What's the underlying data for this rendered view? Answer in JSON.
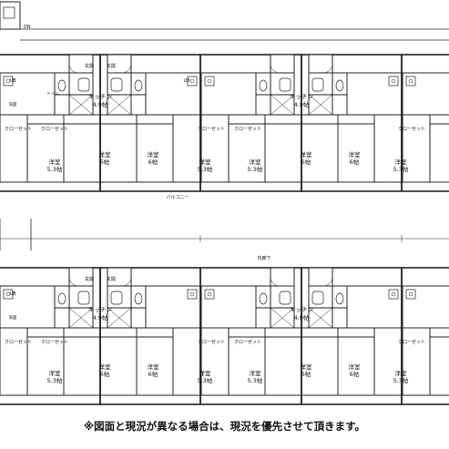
{
  "labels": {
    "inner_corridor": "内廊下",
    "balcony": "バルコニー",
    "dining": "DN",
    "entrance": "玄関",
    "unit_bath": "UB",
    "toilet": "トイレ",
    "washroom": "洗面",
    "closet": "クローゼット",
    "western_room": "洋室",
    "kitchen": "キッチン",
    "kitchen_size": "4.9帖",
    "room_size_53": "5.3帖",
    "room_size_6": "6帖"
  },
  "footnote": "※図面と現況が異なる場合は、現況を優先させて頂きます。",
  "colors": {
    "ink": "#222222",
    "fill": "#ffffff"
  }
}
